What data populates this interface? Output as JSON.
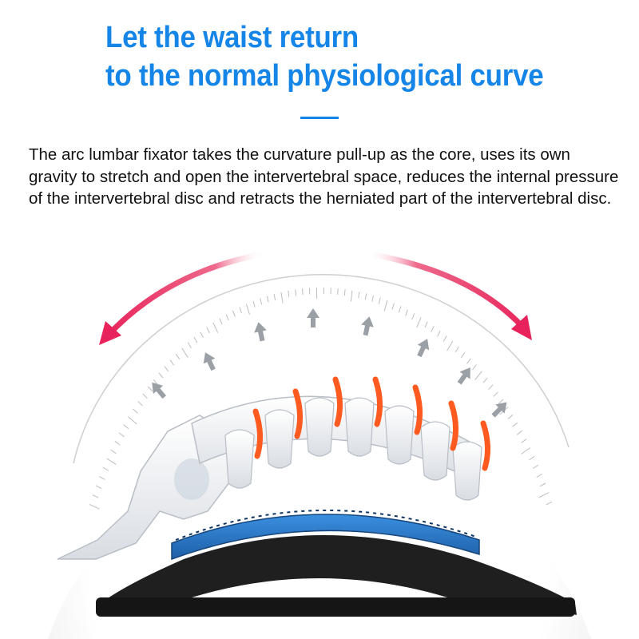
{
  "headline": {
    "line1": "Let the waist return",
    "line2": "to the normal physiological curve"
  },
  "description": "The arc lumbar fixator takes the curvature pull-up as the core, uses its own gravity to stretch and open the intervertebral space, reduces the internal pressure of the intervertebral disc and retracts the herniated part of the intervertebral disc.",
  "colors": {
    "headline": "#1586e8",
    "arrow": "#e8225a",
    "disc": "#ff5a1f",
    "device_blue": "#2f82d6",
    "device_base": "#222222"
  },
  "icons": [
    "double-headed-curved-arrow",
    "up-arrow",
    "spine-bones",
    "lumbar-stretcher"
  ]
}
